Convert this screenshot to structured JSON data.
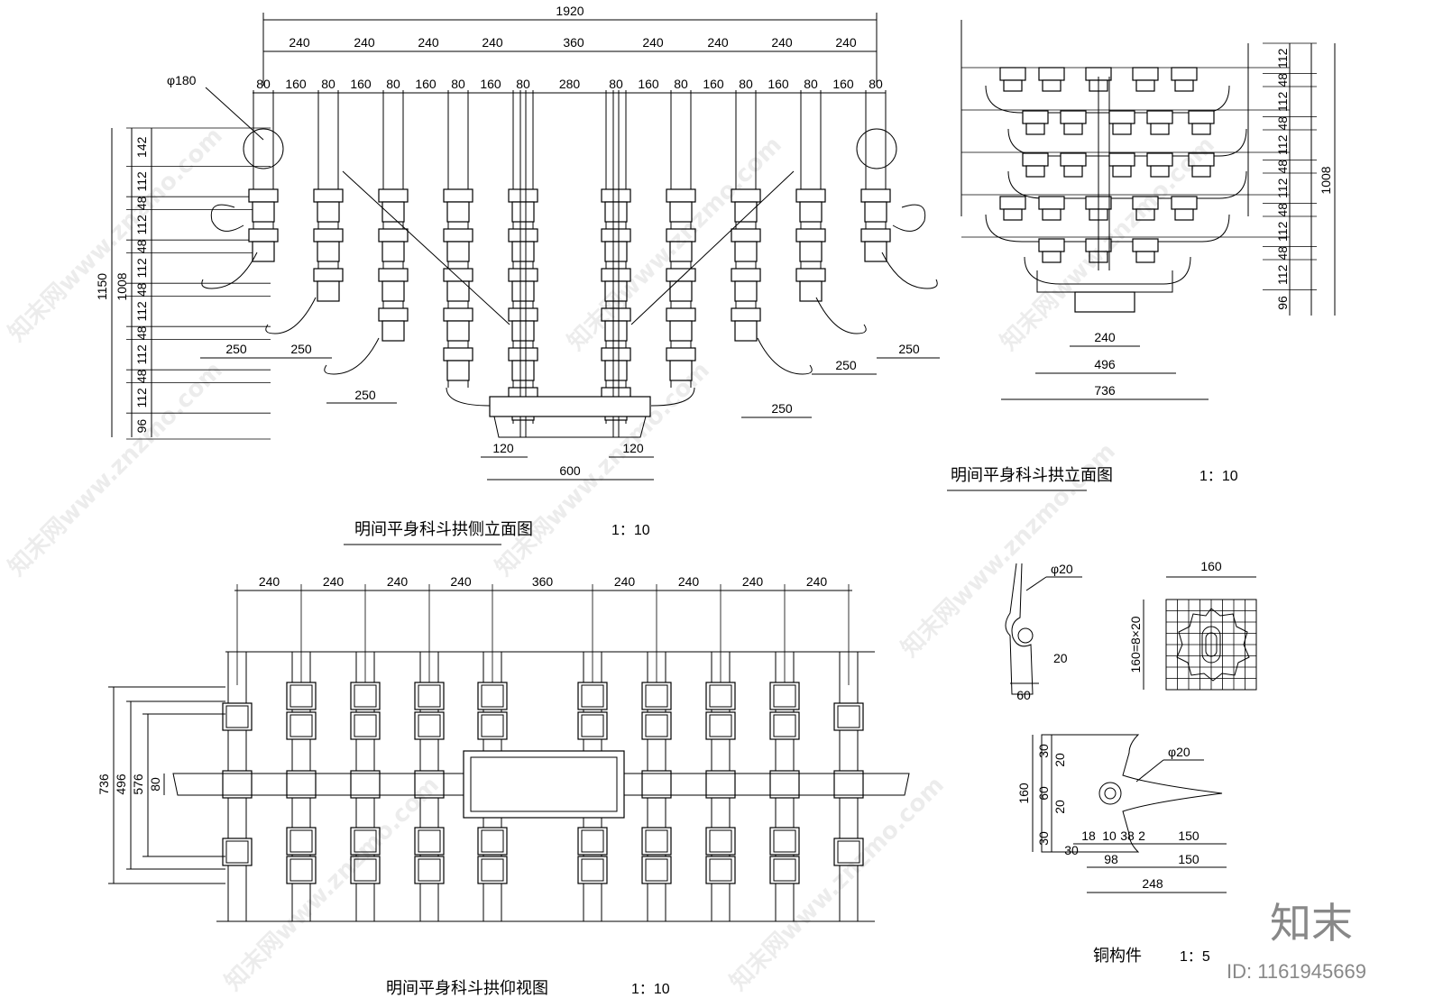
{
  "titles": {
    "side_elevation": "明间平身科斗拱侧立面图",
    "side_scale": "1：10",
    "front_elevation": "明间平身科斗拱立面图",
    "front_scale": "1：10",
    "bottom_view": "明间平身科斗拱仰视图",
    "bottom_scale": "1：10",
    "copper": "铜构件",
    "copper_scale": "1：5"
  },
  "side": {
    "total_width": "1920",
    "spans": [
      "240",
      "240",
      "240",
      "240",
      "360",
      "240",
      "240",
      "240",
      "240"
    ],
    "sub": [
      "80",
      "160",
      "80",
      "160",
      "80",
      "160",
      "80",
      "160",
      "80",
      "280",
      "80",
      "160",
      "80",
      "160",
      "80",
      "160",
      "80",
      "160",
      "80"
    ],
    "phi": "φ180",
    "left_heights": [
      "142",
      "112",
      "48",
      "112",
      "48",
      "112",
      "48",
      "112",
      "48",
      "112",
      "48",
      "112",
      "96"
    ],
    "total_h1": "1150",
    "total_h2": "1008",
    "offsets": [
      "250",
      "250",
      "250",
      "250",
      "250",
      "250"
    ],
    "base": [
      "120",
      "120",
      "600"
    ]
  },
  "front": {
    "right_heights": [
      "112",
      "48",
      "112",
      "48",
      "112",
      "48",
      "112",
      "48",
      "112",
      "48",
      "112",
      "96"
    ],
    "total": "1008",
    "bottom": [
      "240",
      "496",
      "736"
    ]
  },
  "bottom": {
    "spans": [
      "240",
      "240",
      "240",
      "240",
      "360",
      "240",
      "240",
      "240",
      "240"
    ],
    "left": [
      "736",
      "496",
      "576",
      "80"
    ]
  },
  "copper": {
    "a": [
      "φ20",
      "20",
      "60"
    ],
    "b": [
      "160",
      "160=8×20"
    ],
    "c": [
      "φ20",
      "160",
      "30",
      "20",
      "60",
      "20",
      "30",
      "18",
      "10",
      "38",
      "2",
      "150",
      "30",
      "98",
      "150",
      "248"
    ]
  },
  "brand": {
    "logo": "知末",
    "id": "ID: 1161945669",
    "watermark": "知末网www.znzmo.com"
  }
}
